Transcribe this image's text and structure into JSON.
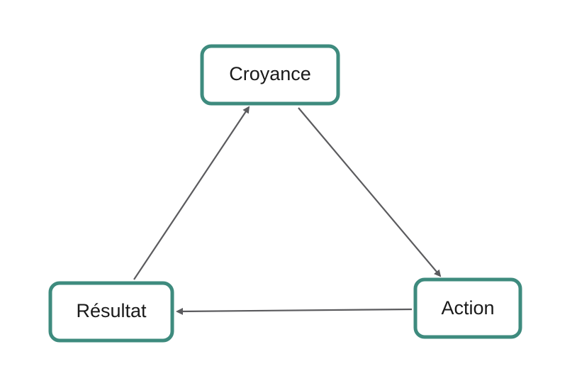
{
  "diagram": {
    "type": "cycle",
    "nodes": [
      {
        "id": "croyance",
        "label": "Croyance"
      },
      {
        "id": "action",
        "label": "Action"
      },
      {
        "id": "resultat",
        "label": "Résultat"
      }
    ],
    "edges": [
      {
        "from": "croyance",
        "to": "action"
      },
      {
        "from": "action",
        "to": "resultat"
      },
      {
        "from": "resultat",
        "to": "croyance"
      }
    ],
    "colors": {
      "node_border": "#3e8b7e",
      "arrow": "#5b5b5e",
      "text": "#1a1a1a",
      "background": "#ffffff"
    }
  }
}
